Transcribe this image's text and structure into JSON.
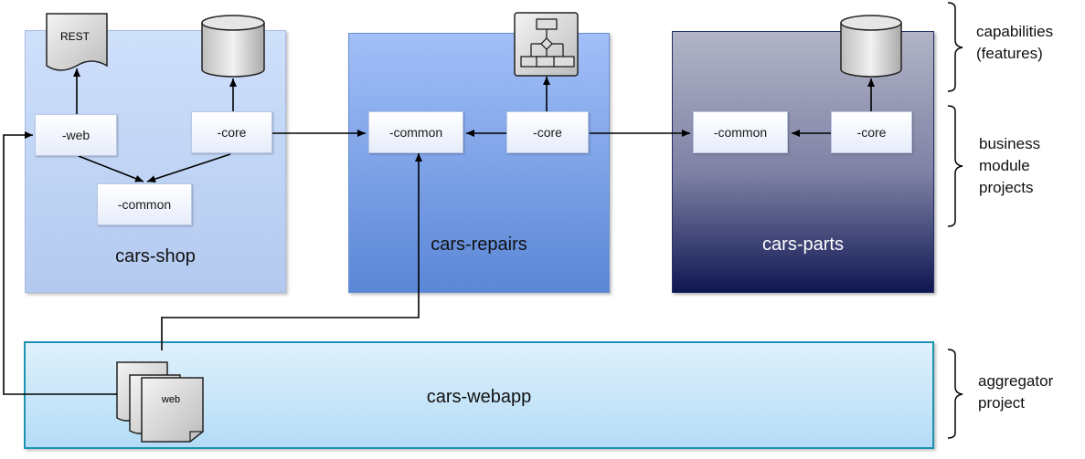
{
  "projects": {
    "shop": {
      "title": "cars-shop",
      "web": "-web",
      "core": "-core",
      "common": "-common"
    },
    "repairs": {
      "title": "cars-repairs",
      "common": "-common",
      "core": "-core"
    },
    "parts": {
      "title": "cars-parts",
      "common": "-common",
      "core": "-core"
    },
    "webapp": {
      "title": "cars-webapp",
      "doc_label": "web"
    }
  },
  "icons": {
    "rest_label": "REST"
  },
  "braces": {
    "capabilities": "capabilities\n(features)",
    "business": "business\nmodule\nprojects",
    "aggregator": "aggregator\nproject"
  },
  "colors": {
    "shop": "#c3d6f6",
    "repairs": "#7ea2e8",
    "parts": "#0f1752",
    "webapp": "#1e93b1"
  }
}
